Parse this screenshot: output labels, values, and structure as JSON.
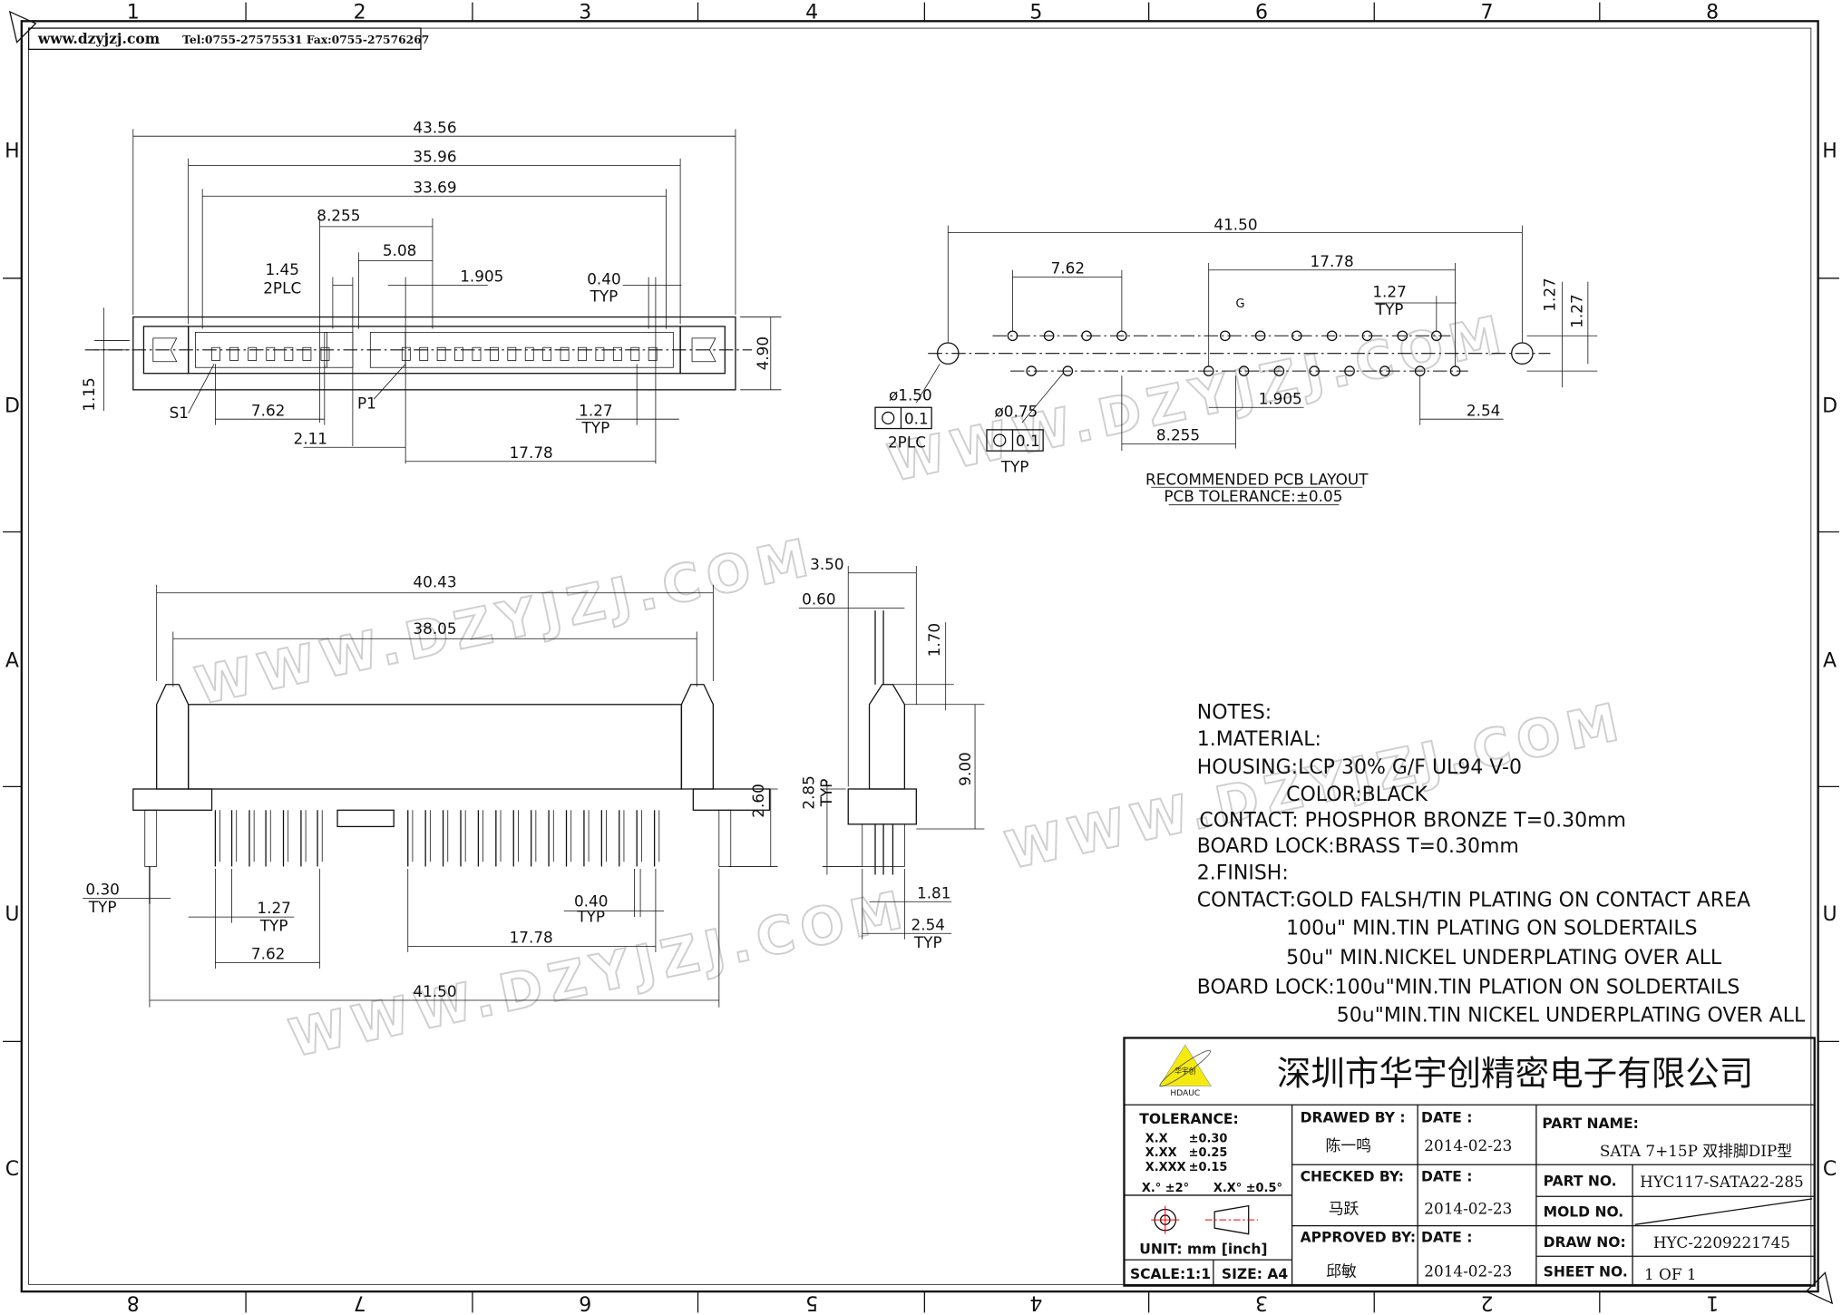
{
  "header": {
    "website": "www.dzyjzj.com",
    "contact": "Tel:0755-27575531  Fax:0755-27576267"
  },
  "zones": {
    "columns": [
      "1",
      "2",
      "3",
      "4",
      "5",
      "6",
      "7",
      "8"
    ],
    "rows": [
      "H",
      "D",
      "A",
      "U",
      "C"
    ]
  },
  "watermark": "WWW.DZYJZJ.COM",
  "top_view": {
    "d1": "43.56",
    "d2": "35.96",
    "d3": "33.69",
    "d4": "8.255",
    "d5": "5.08",
    "d6": "1.905",
    "d7": "1.45",
    "d7b": "2PLC",
    "d8": "0.40",
    "d8b": "TYP",
    "d9": "4.90",
    "d10": "1.15",
    "s1": "S1",
    "p1": "P1",
    "d11": "7.62",
    "d12": "2.11",
    "d13": "1.27",
    "d13b": "TYP",
    "d14": "17.78"
  },
  "pcb_layout": {
    "d1": "41.50",
    "d2": "7.62",
    "d3": "17.78",
    "d4": "1.27",
    "d4b": "TYP",
    "d5": "1.27",
    "d6": "1.27",
    "d7": "ø1.50",
    "tol1": "0.1",
    "d7b": "2PLC",
    "d8": "ø0.75",
    "tol2": "0.1",
    "d8b": "TYP",
    "d9": "1.905",
    "d10": "8.255",
    "d11": "2.54",
    "title": "RECOMMENDED PCB LAYOUT",
    "tolerance": "PCB TOLERANCE:±0.05"
  },
  "front_view": {
    "d1": "40.43",
    "d2": "38.05",
    "d3": "2.60",
    "d4": "0.30",
    "d4b": "TYP",
    "d5": "1.27",
    "d5b": "TYP",
    "d6": "7.62",
    "d7": "0.40",
    "d7b": "TYP",
    "d8": "17.78",
    "d9": "41.50"
  },
  "side_view": {
    "d1": "3.50",
    "d2": "0.60",
    "d3": "1.70",
    "d4": "9.00",
    "d5": "2.85",
    "d5b": "TYP",
    "d6": "1.81",
    "d7": "2.54",
    "d7b": "TYP"
  },
  "notes": [
    "NOTES:",
    "1.MATERIAL:",
    "HOUSING:LCP 30% G/F UL94 V-0",
    "COLOR:BLACK",
    "CONTACT: PHOSPHOR BRONZE T=0.30mm",
    "BOARD LOCK:BRASS T=0.30mm",
    "2.FINISH:",
    "CONTACT:GOLD FALSH/TIN PLATING ON CONTACT AREA",
    "100u\" MIN.TIN PLATING ON SOLDERTAILS",
    "50u\" MIN.NICKEL UNDERPLATING OVER ALL",
    "BOARD LOCK:100u\"MIN.TIN PLATION ON SOLDERTAILS",
    "50u\"MIN.TIN NICKEL UNDERPLATING OVER ALL"
  ],
  "title_block": {
    "logo_text": "华宇创",
    "logo_brand": "HDAUC",
    "company": "深圳市华宇创精密电子有限公司",
    "tolerance_label": "TOLERANCE:",
    "tol_rows": [
      [
        "X.X",
        "±0.30"
      ],
      [
        "X.XX",
        "±0.25"
      ],
      [
        "X.XXX",
        "±0.15"
      ]
    ],
    "angle_tol": [
      "X.° ±2°",
      "X.X° ±0.5°"
    ],
    "unit": "UNIT:  mm  [inch]",
    "scale": "SCALE:1:1",
    "size": "SIZE: A4",
    "drawn_by_label": "DRAWED BY :",
    "drawn_by": "陈一鸣",
    "checked_by_label": "CHECKED BY:",
    "checked_by": "马跃",
    "approved_by_label": "APPROVED BY:",
    "approved_by": "邱敏",
    "date_label": "DATE :",
    "dates": [
      "2014-02-23",
      "2014-02-23",
      "2014-02-23"
    ],
    "part_name_label": "PART NAME:",
    "part_name": "SATA 7+15P 双排脚DIP型",
    "part_no_label": "PART NO.",
    "part_no": "HYC117-SATA22-285",
    "mold_no_label": "MOLD NO.",
    "draw_no_label": "DRAW NO:",
    "draw_no": "HYC-2209221745",
    "sheet_no_label": "SHEET NO.",
    "sheet_no": "1 OF 1"
  }
}
